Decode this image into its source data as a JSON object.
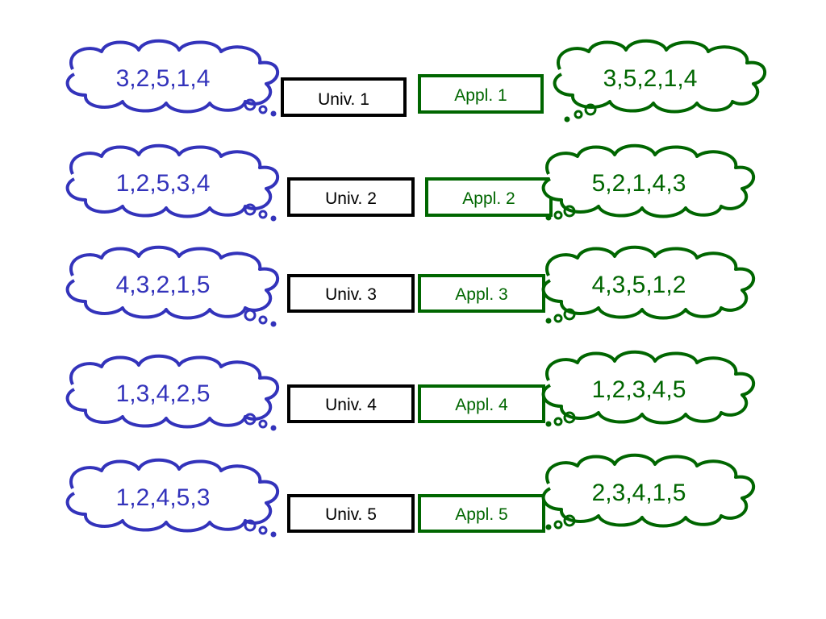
{
  "colors": {
    "university": "#000000",
    "applicant": "#006600",
    "university_cloud": "#3333bb",
    "applicant_cloud": "#006600"
  },
  "pairs": [
    {
      "university": {
        "label": "Univ. 1",
        "preferences": "3,2,5,1,4"
      },
      "applicant": {
        "label": "Appl. 1",
        "preferences": "3,5,2,1,4"
      }
    },
    {
      "university": {
        "label": "Univ. 2",
        "preferences": "1,2,5,3,4"
      },
      "applicant": {
        "label": "Appl. 2",
        "preferences": "5,2,1,4,3"
      }
    },
    {
      "university": {
        "label": "Univ. 3",
        "preferences": "4,3,2,1,5"
      },
      "applicant": {
        "label": "Appl. 3",
        "preferences": "4,3,5,1,2"
      }
    },
    {
      "university": {
        "label": "Univ. 4",
        "preferences": "1,3,4,2,5"
      },
      "applicant": {
        "label": "Appl. 4",
        "preferences": "1,2,3,4,5"
      }
    },
    {
      "university": {
        "label": "Univ. 5",
        "preferences": "1,2,4,5,3"
      },
      "applicant": {
        "label": "Appl. 5",
        "preferences": "2,3,4,1,5"
      }
    }
  ]
}
